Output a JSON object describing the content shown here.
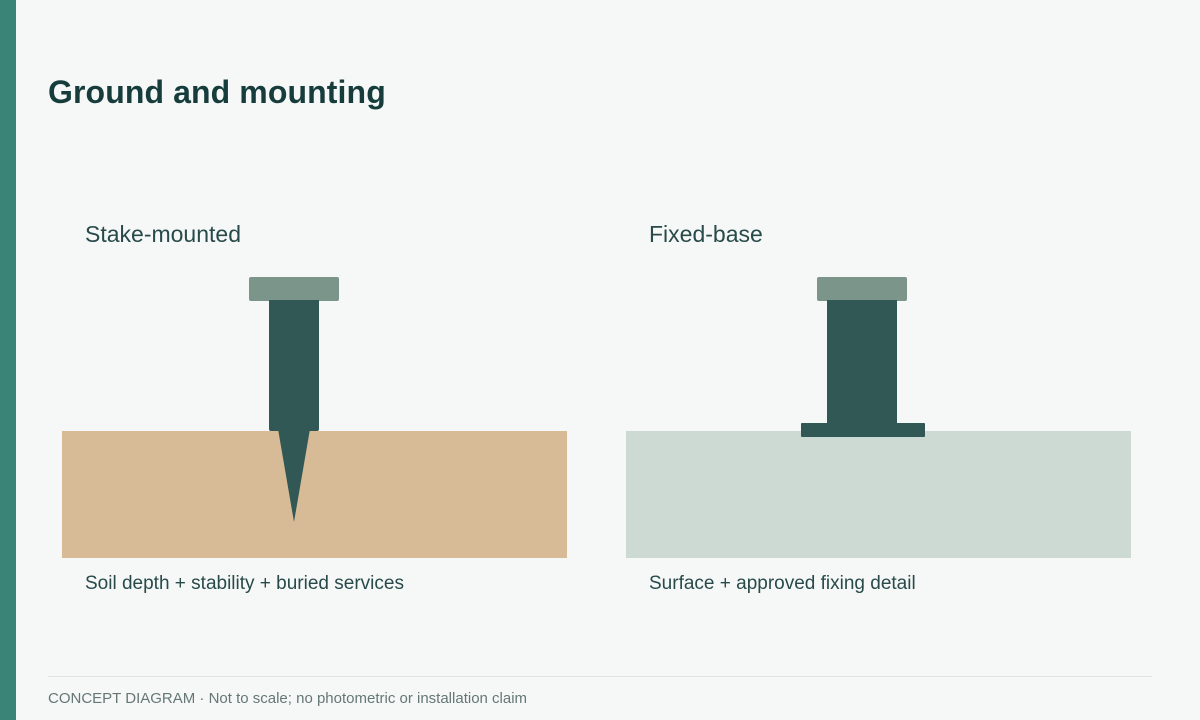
{
  "title": "Ground and mounting",
  "panels": [
    {
      "label": "Stake-mounted",
      "caption": "Soil depth + stability + buried services"
    },
    {
      "label": "Fixed-base",
      "caption": "Surface + approved fixing detail"
    }
  ],
  "footer": {
    "text": "CONCEPT DIAGRAM · Not to scale; no photometric or installation claim"
  },
  "colors": {
    "accent": "#3a8477",
    "title": "#163d3c",
    "post": "#325856",
    "cap": "#7b958a",
    "soil": "#d7bb96",
    "surface": "#cddad4"
  }
}
